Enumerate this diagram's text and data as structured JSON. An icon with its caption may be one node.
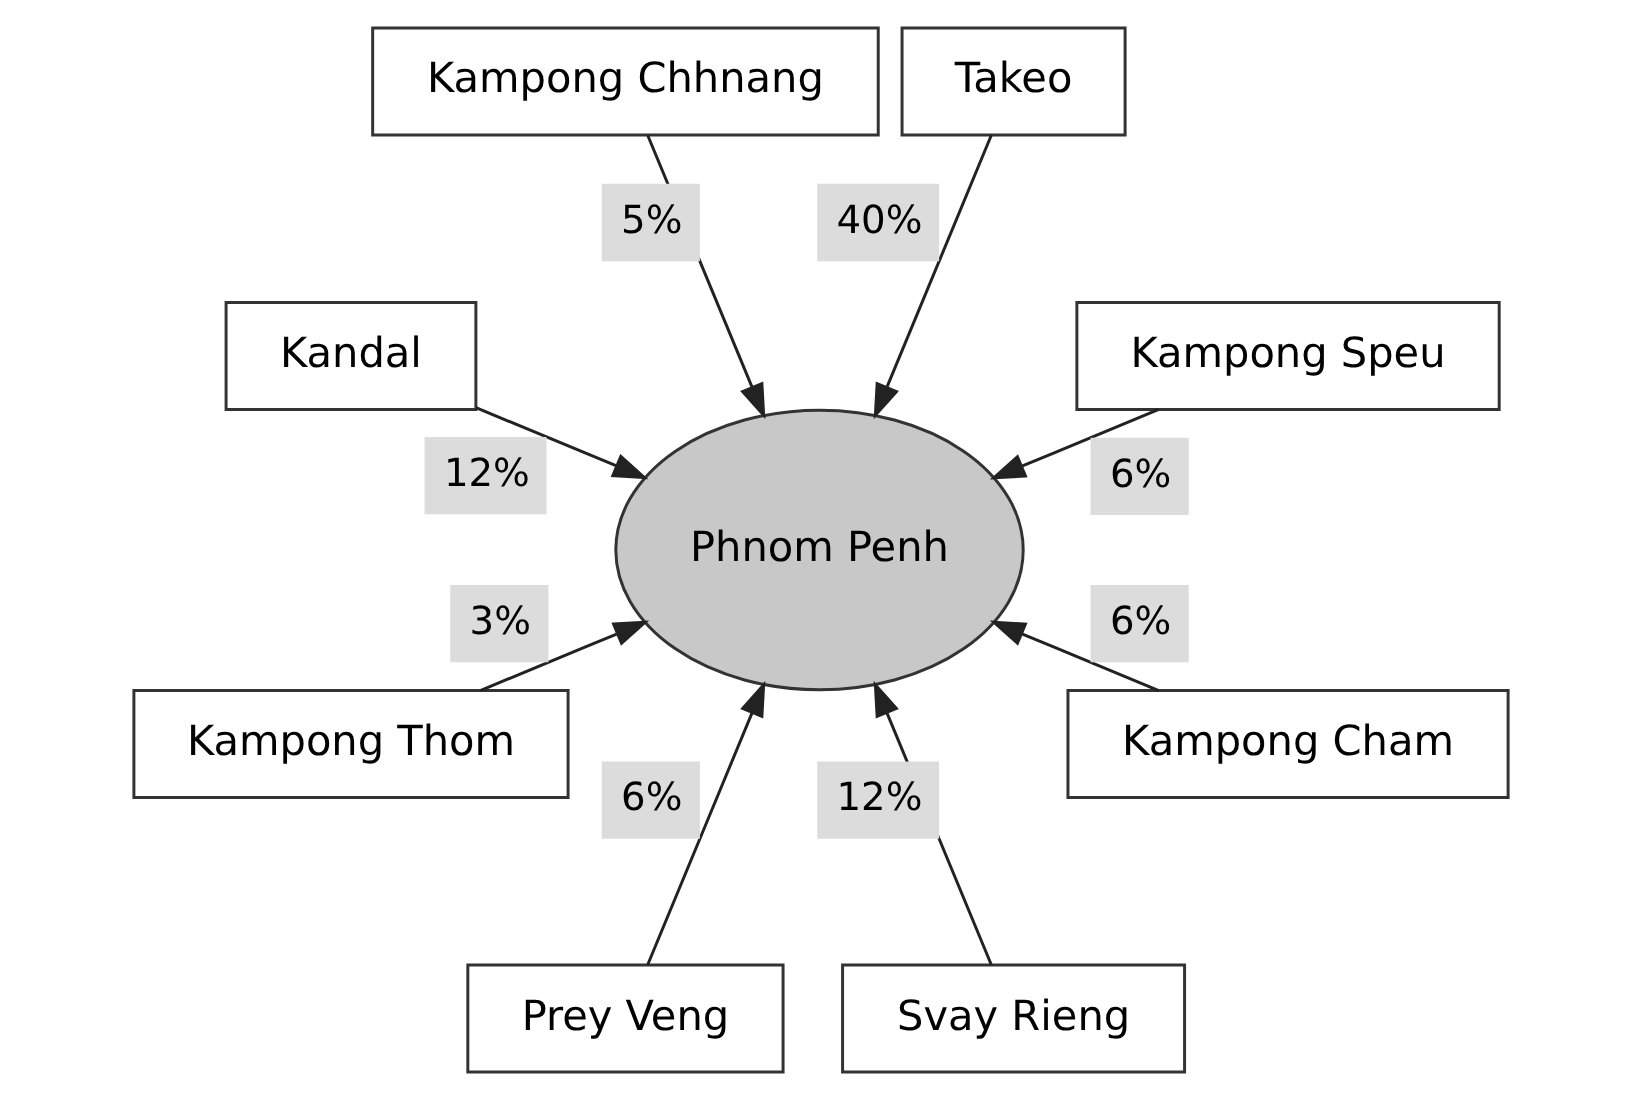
{
  "diagram": {
    "nodes": [
      {
        "text": [
          "Kampong Speu"
        ]
      },
      {
        "text": [
          "Takeo"
        ]
      },
      {
        "text": [
          "Kampong Chhnang"
        ]
      },
      {
        "text": [
          "Kandal"
        ]
      },
      {
        "text": [
          "Phnom Penh"
        ]
      },
      {
        "text": [
          "Kampong Thom"
        ]
      },
      {
        "text": [
          "Prey Veng"
        ]
      },
      {
        "text": [
          "Svay Rieng"
        ]
      },
      {
        "text": [
          "Kampong Cham"
        ]
      }
    ],
    "edges": [
      {
        "from": 1,
        "to": 4,
        "arrow": "to",
        "label": "40%"
      },
      {
        "from": 0,
        "to": 4,
        "arrow": "to",
        "label": "6%"
      },
      {
        "from": 2,
        "to": 4,
        "arrow": "to",
        "label": "5%"
      },
      {
        "from": 5,
        "to": 4,
        "arrow": "to",
        "label": "3%"
      },
      {
        "from": 8,
        "to": 4,
        "arrow": "to",
        "label": "6%"
      },
      {
        "from": 7,
        "to": 4,
        "arrow": "to",
        "label": "12%"
      },
      {
        "from": 6,
        "to": 4,
        "arrow": "to",
        "label": "6%"
      },
      {
        "from": 3,
        "to": 4,
        "arrow": "to",
        "label": "12%"
      }
    ]
  }
}
